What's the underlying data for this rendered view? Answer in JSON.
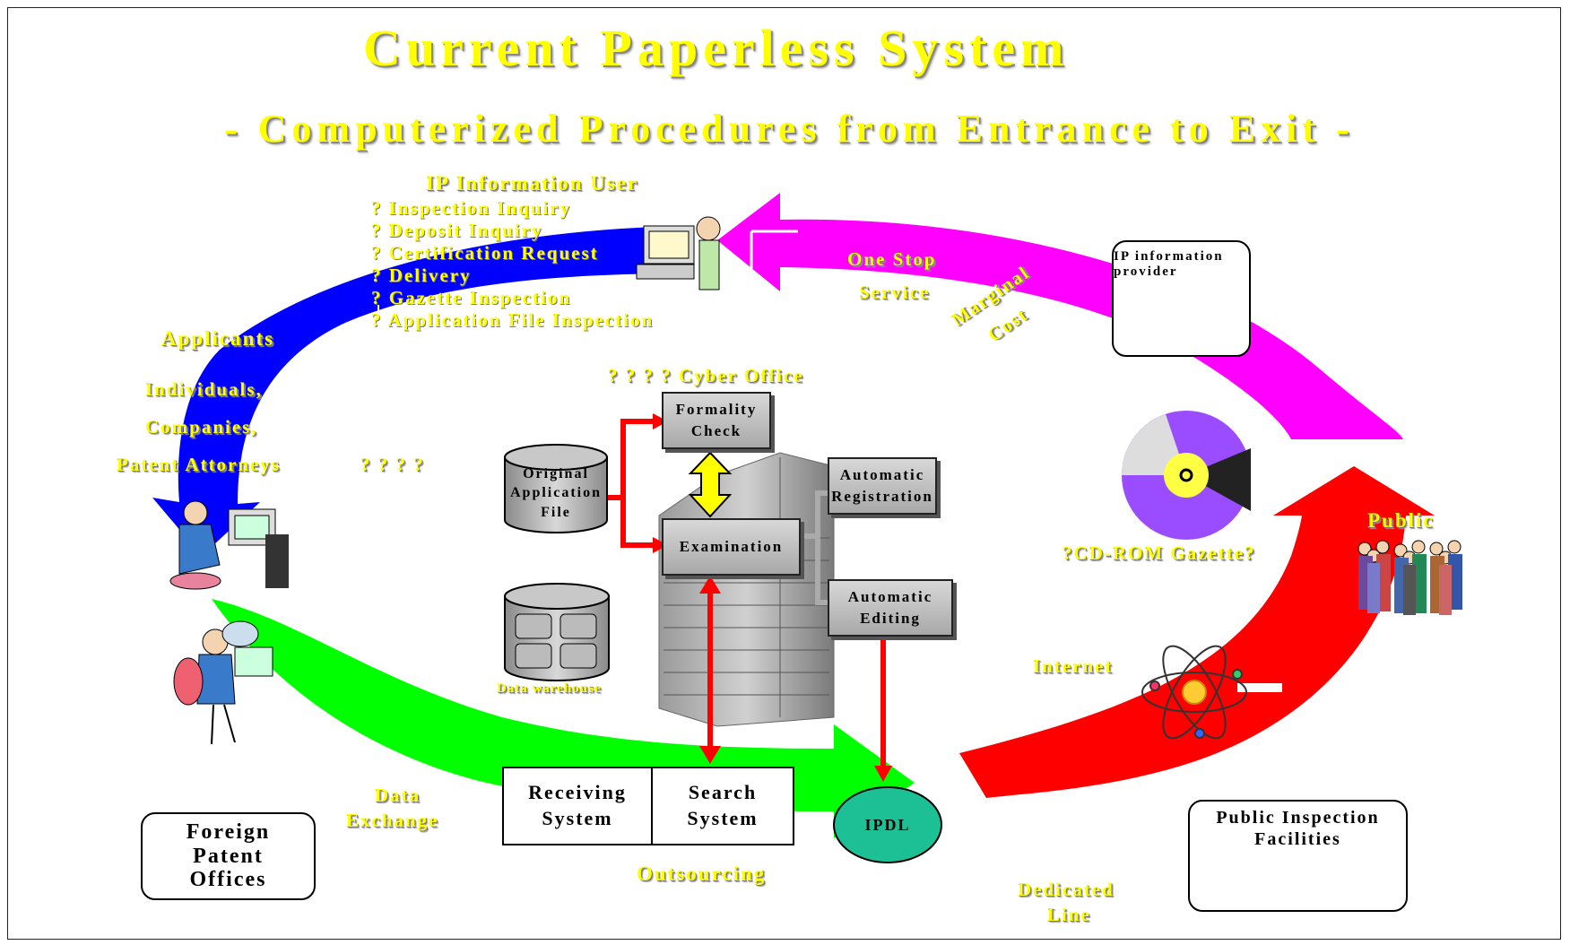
{
  "title": "Current Paperless System",
  "subtitle": "- Computerized Procedures from Entrance to Exit -",
  "ip_user": {
    "heading": "IP Information User",
    "items": [
      "? Inspection Inquiry",
      "? Deposit Inquiry",
      "? Certification Request",
      "? Delivery",
      "? Gazette Inspection",
      "? Application File Inspection"
    ]
  },
  "labels": {
    "one_stop": "One Stop",
    "service": "Service",
    "marginal": "Marginal",
    "cost": "Cost",
    "applicants": "Applicants",
    "individuals": "Individuals,",
    "companies": "Companies,",
    "patent_attorneys": "Patent Attorneys",
    "qmarks_left": "? ? ? ?",
    "cyber_office": "? ? ? ?  Cyber Office",
    "data_warehouse": "Data warehouse",
    "cd_rom": "?CD-ROM Gazette?",
    "public": "Public",
    "internet": "Internet",
    "data": "Data",
    "exchange": "Exchange",
    "outsourcing": "Outsourcing",
    "dedicated": "Dedicated",
    "line": "Line"
  },
  "boxes": {
    "ip_provider_1": "IP information",
    "ip_provider_2": "provider",
    "formality_1": "Formality",
    "formality_2": "Check",
    "original_1": "Original",
    "original_2": "Application",
    "original_3": "File",
    "examination": "Examination",
    "auto_reg_1": "Automatic",
    "auto_reg_2": "Registration",
    "auto_edit_1": "Automatic",
    "auto_edit_2": "Editing",
    "receiving_1": "Receiving",
    "receiving_2": "System",
    "search_1": "Search",
    "search_2": "System",
    "ipdl": "IPDL",
    "foreign_1": "Foreign",
    "foreign_2": "Patent",
    "foreign_3": "Offices",
    "public_insp_1": "Public Inspection",
    "public_insp_2": "Facilities"
  },
  "colors": {
    "title_yellow": "#ffff00",
    "blue_arrow": "#0000ff",
    "magenta_arrow": "#ff00ff",
    "red_arrow": "#ff0000",
    "green_arrow": "#00ff00",
    "ipdl_fill": "#1dbf95",
    "connector_red": "#ff0000",
    "connector_yellow": "#ffff00"
  }
}
